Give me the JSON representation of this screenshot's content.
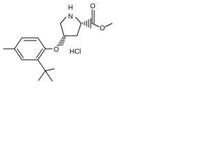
{
  "molecule": {
    "atoms": {
      "nitrogen": "N",
      "nitrogen_hydrogen": "H",
      "ring_ether_oxygen": "O",
      "ester_carbonyl_oxygen": "O",
      "ester_alkoxy_oxygen": "O"
    },
    "salt": "HCl"
  },
  "colors": {
    "ink": "#000000",
    "background": "#ffffff"
  }
}
